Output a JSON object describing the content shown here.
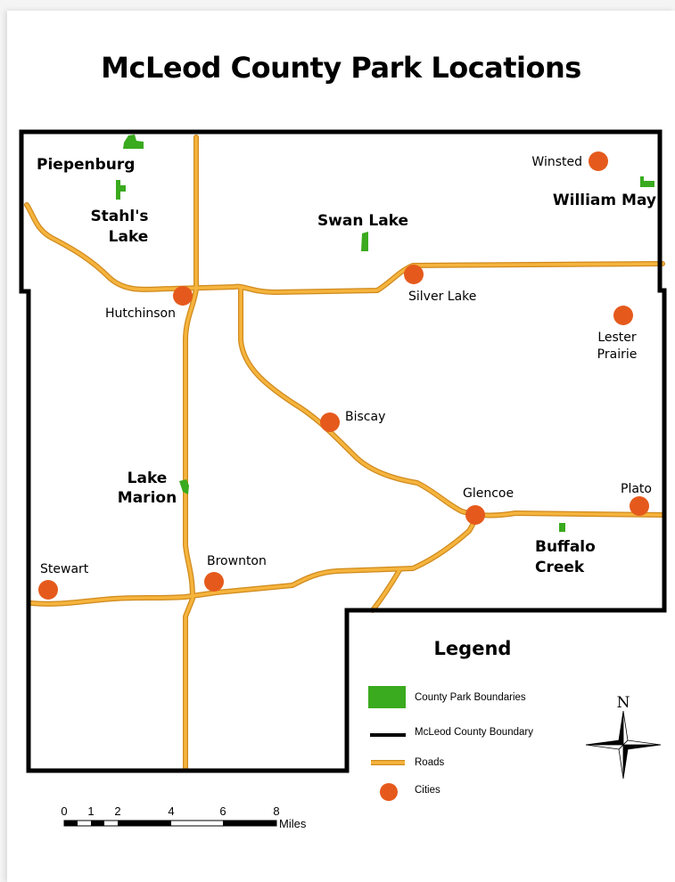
{
  "title": "McLeod County Park Locations",
  "colors": {
    "county_boundary": "#000000",
    "road": "#f5b43d",
    "road_edge": "#d08a1e",
    "city": "#e55a1c",
    "park": "#3aaa1e"
  },
  "parks": [
    {
      "label_lines": [
        "Piepenburg"
      ]
    },
    {
      "label_lines": [
        "Stahl's",
        "Lake"
      ]
    },
    {
      "label_lines": [
        "Swan Lake"
      ]
    },
    {
      "label_lines": [
        "William May"
      ]
    },
    {
      "label_lines": [
        "Lake",
        "Marion"
      ]
    },
    {
      "label_lines": [
        "Buffalo",
        "Creek"
      ]
    }
  ],
  "cities": [
    {
      "name": "Winsted"
    },
    {
      "name": "Silver Lake"
    },
    {
      "name": "Hutchinson"
    },
    {
      "name_lines": [
        "Lester",
        "Prairie"
      ]
    },
    {
      "name": "Biscay"
    },
    {
      "name": "Glencoe"
    },
    {
      "name": "Plato"
    },
    {
      "name": "Stewart"
    },
    {
      "name": "Brownton"
    }
  ],
  "legend": {
    "title": "Legend",
    "items": [
      {
        "label": "County Park Boundaries",
        "symbol": "park-swatch"
      },
      {
        "label": "McLeod County Boundary",
        "symbol": "boundary-line"
      },
      {
        "label": "Roads",
        "symbol": "road-line"
      },
      {
        "label": "Cities",
        "symbol": "city-dot"
      }
    ]
  },
  "north_arrow": {
    "label": "N"
  },
  "scale_bar": {
    "ticks": [
      "0",
      "1",
      "2",
      "4",
      "6",
      "8"
    ],
    "unit": "Miles"
  }
}
